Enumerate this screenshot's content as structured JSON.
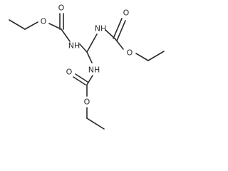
{
  "molecule": {
    "atoms": [
      {
        "id": "o_top_left_ether",
        "label": "O"
      },
      {
        "id": "o_top_left_carbonyl",
        "label": "O"
      },
      {
        "id": "nh_left",
        "label": "NH"
      },
      {
        "id": "nh_top",
        "label": "NH"
      },
      {
        "id": "o_top_right_carbonyl",
        "label": "O"
      },
      {
        "id": "o_right_ether",
        "label": "O"
      },
      {
        "id": "nh_bottom",
        "label": "NH"
      },
      {
        "id": "o_bottom_carbonyl",
        "label": "O"
      },
      {
        "id": "o_bottom_ether",
        "label": "O"
      }
    ]
  }
}
